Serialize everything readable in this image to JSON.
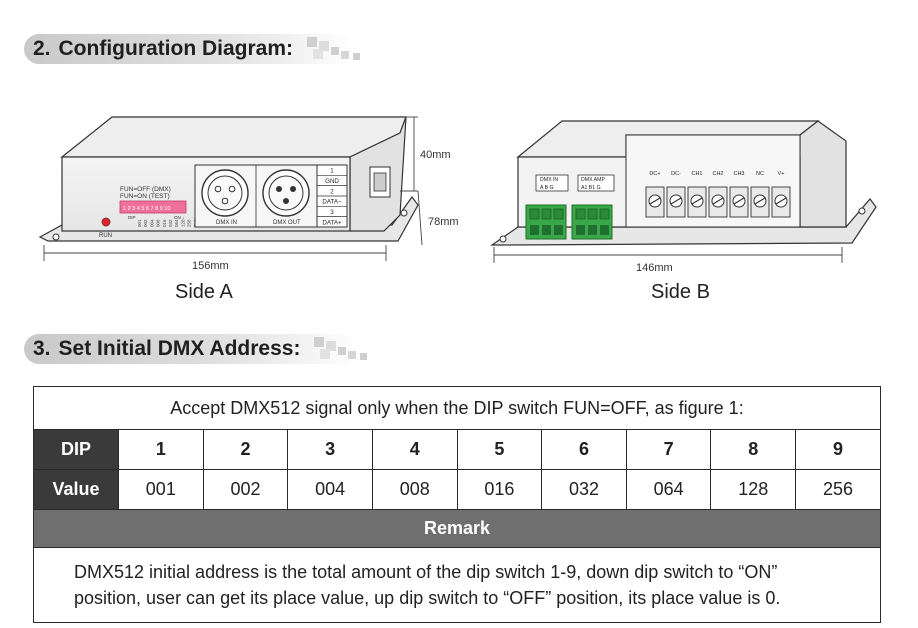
{
  "section2": {
    "number": "2.",
    "title": "Configuration Diagram:"
  },
  "section3": {
    "number": "3.",
    "title": "Set Initial DMX Address:"
  },
  "side_a": {
    "label": "Side A",
    "dim_height": "40mm",
    "dim_depth": "78mm",
    "dim_width": "156mm",
    "fun_off": "FUN=OFF (DMX)",
    "fun_on": "FUN=ON (TEST)",
    "dip_numbers": "1 2 3 4 5 6 7 8 9 10",
    "dip_tag": "DIP",
    "on_tag": "ON ↓",
    "dip_values": [
      "001",
      "002",
      "004",
      "008",
      "016",
      "032",
      "064",
      "128",
      "256",
      "FUN"
    ],
    "run": "RUN",
    "dmx_in": "DMX IN",
    "dmx_out": "DMX OUT",
    "pins": [
      "1",
      "GND",
      "2",
      "DATA−",
      "3",
      "DATA+"
    ]
  },
  "side_b": {
    "label": "Side B",
    "dim_width": "146mm",
    "dmx_in": "DMX IN",
    "dmx_in_pins": "A  B  G",
    "dmx_amp": "DMX AMP",
    "dmx_amp_pins": "A1 B1 G",
    "terminals": [
      "DC+",
      "DC-",
      "CH1",
      "CH2",
      "CH3",
      "NC",
      "V+"
    ]
  },
  "table": {
    "caption": "Accept DMX512 signal only when the DIP switch FUN=OFF, as figure 1:",
    "dip_header": "DIP",
    "value_header": "Value",
    "dips": [
      "1",
      "2",
      "3",
      "4",
      "5",
      "6",
      "7",
      "8",
      "9"
    ],
    "values": [
      "001",
      "002",
      "004",
      "008",
      "016",
      "032",
      "064",
      "128",
      "256"
    ],
    "remark_header": "Remark",
    "remark_line1": "DMX512 initial address is the total amount of the dip switch 1-9, down dip switch to “ON”",
    "remark_line2": "position, user can get its place value, up dip switch to “OFF” position, its place value is 0."
  },
  "colors": {
    "dip_switch": "#f0709a",
    "terminal_green": "#3aa84a",
    "header_dark": "#3a3a3a",
    "remark_gray": "#6f6f6f"
  }
}
